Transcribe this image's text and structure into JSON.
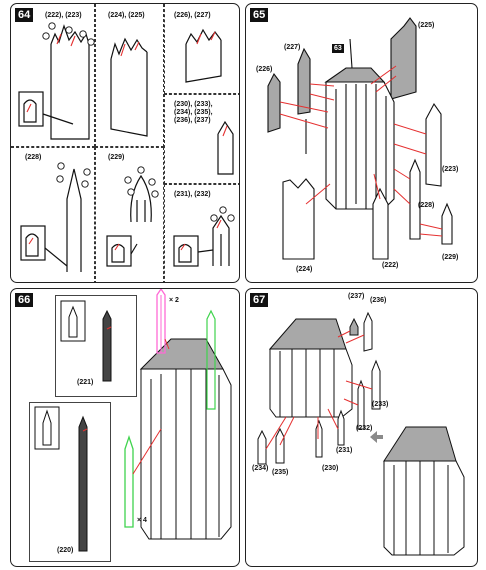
{
  "steps": {
    "s64": {
      "badge": "64",
      "cells": {
        "c1": "(222), (223)",
        "c2": "(224), (225)",
        "c3": "(226), (227)",
        "c4": "(230), (233),\n(234), (235),\n(236), (237)",
        "c5": "(228)",
        "c6": "(229)",
        "c7": "(231), (232)"
      }
    },
    "s65": {
      "badge": "65",
      "callout": "63",
      "parts": {
        "p225": "(225)",
        "p227": "(227)",
        "p226": "(226)",
        "p223": "(223)",
        "p224": "(224)",
        "p222": "(222)",
        "p228": "(228)",
        "p229": "(229)"
      }
    },
    "s66": {
      "badge": "66",
      "qty_top": "× 2",
      "qty_bottom": "× 4",
      "parts": {
        "p221": "(221)",
        "p220": "(220)"
      }
    },
    "s67": {
      "badge": "67",
      "parts": {
        "p237": "(237)",
        "p236": "(236)",
        "p233": "(233)",
        "p232": "(232)",
        "p231": "(231)",
        "p230": "(230)",
        "p234": "(234)",
        "p235": "(235)"
      }
    }
  },
  "colors": {
    "outline": "#111111",
    "gray": "#a8a8a8",
    "red": "#e53030",
    "pink": "#ff6ad5",
    "green": "#3fd34d"
  },
  "icons": {
    "assembly_arrow": "gray-arrow-icon"
  }
}
